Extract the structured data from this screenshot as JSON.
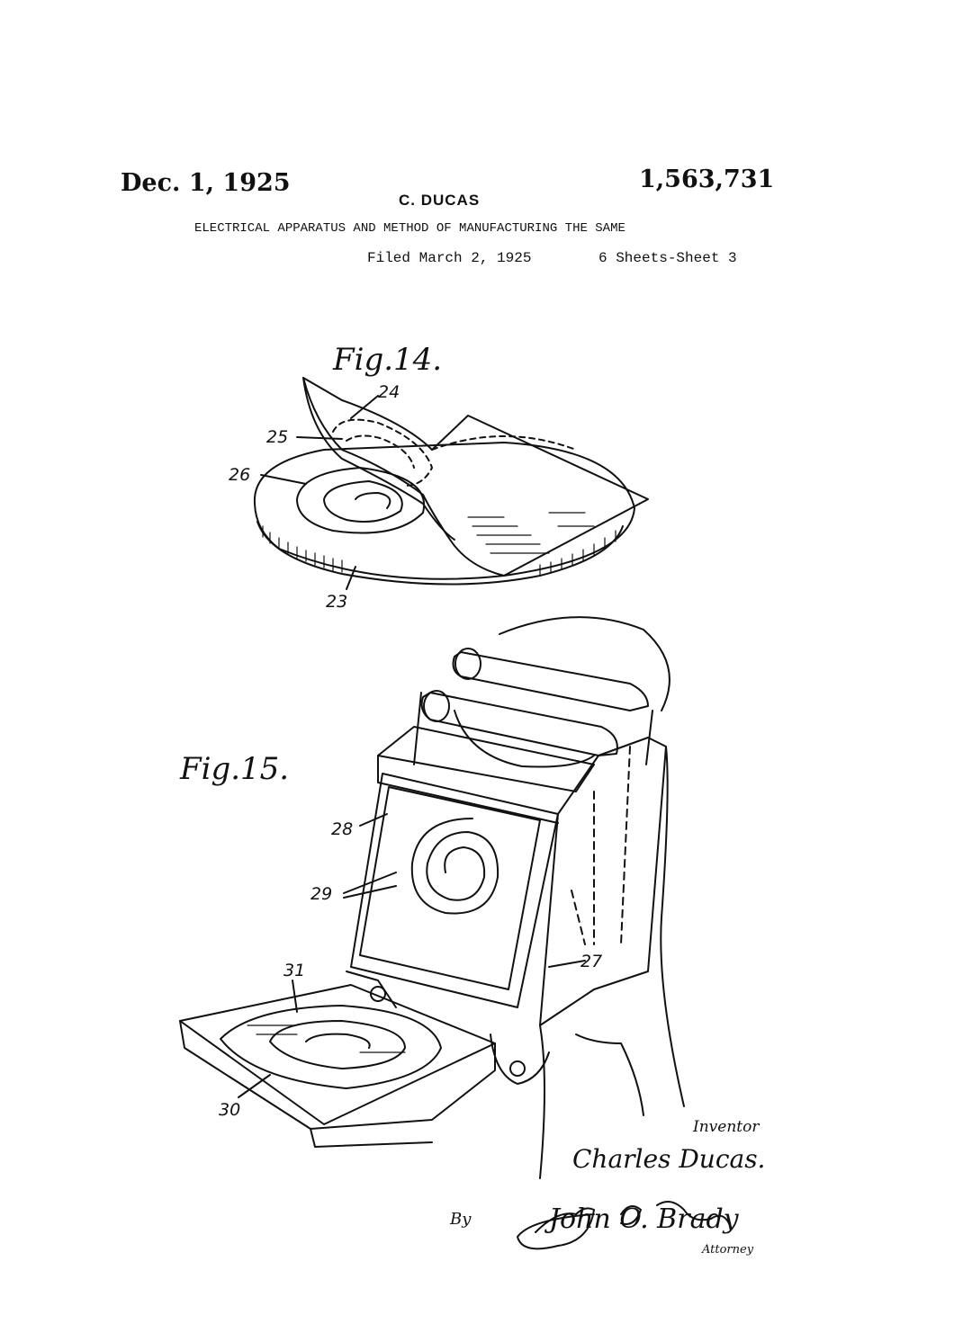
{
  "header": {
    "date": "Dec. 1, 1925",
    "patent_number": "1,563,731",
    "inventor_caps": "C. DUCAS",
    "title": "ELECTRICAL APPARATUS AND METHOD OF MANUFACTURING THE SAME",
    "filed": "Filed March 2, 1925",
    "sheets": "6 Sheets-Sheet 3"
  },
  "figures": {
    "fig14": {
      "caption": "Fig.14.",
      "labels": [
        "24",
        "25",
        "26",
        "23"
      ]
    },
    "fig15": {
      "caption": "Fig.15.",
      "labels": [
        "28",
        "29",
        "31",
        "27",
        "30"
      ]
    }
  },
  "signature_block": {
    "inventor_label": "Inventor",
    "inventor_name": "Charles Ducas.",
    "by_label": "By",
    "attorney_name": "John O. Brady",
    "attorney_label": "Attorney"
  }
}
